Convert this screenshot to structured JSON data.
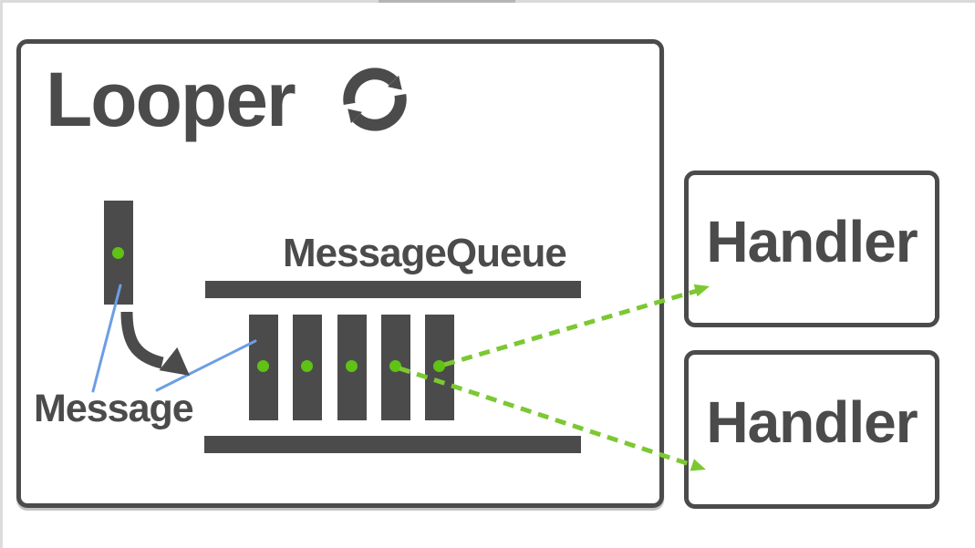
{
  "page": {
    "background": "#ffffff"
  },
  "diagram": {
    "looper": {
      "label": "Looper",
      "icon": "sync-loop-icon"
    },
    "incoming_message": {
      "label": "Message",
      "dot_count": 1
    },
    "message_queue": {
      "label": "MessageQueue",
      "slot_count": 5
    },
    "handlers": [
      {
        "label": "Handler"
      },
      {
        "label": "Handler"
      }
    ],
    "connections": [
      {
        "from": "message-label",
        "to": "incoming-message-bar",
        "style": "solid-line",
        "color_key": "blue"
      },
      {
        "from": "message-label",
        "to": "queue-slot-1",
        "style": "solid-line",
        "color_key": "blue"
      },
      {
        "from": "incoming-message-bar",
        "to": "message-queue",
        "style": "curved-arrow",
        "color_key": "dark"
      },
      {
        "from": "queue-slot-5",
        "to": "handler-1",
        "style": "dashed-arrow",
        "color_key": "dash_green"
      },
      {
        "from": "queue-slot-4",
        "to": "handler-2",
        "style": "dashed-arrow",
        "color_key": "dash_green"
      }
    ],
    "colors": {
      "dark": "#4b4b4b",
      "dot_green": "#5fc214",
      "dash_green": "#7cc832",
      "blue": "#6d9ee4"
    }
  }
}
